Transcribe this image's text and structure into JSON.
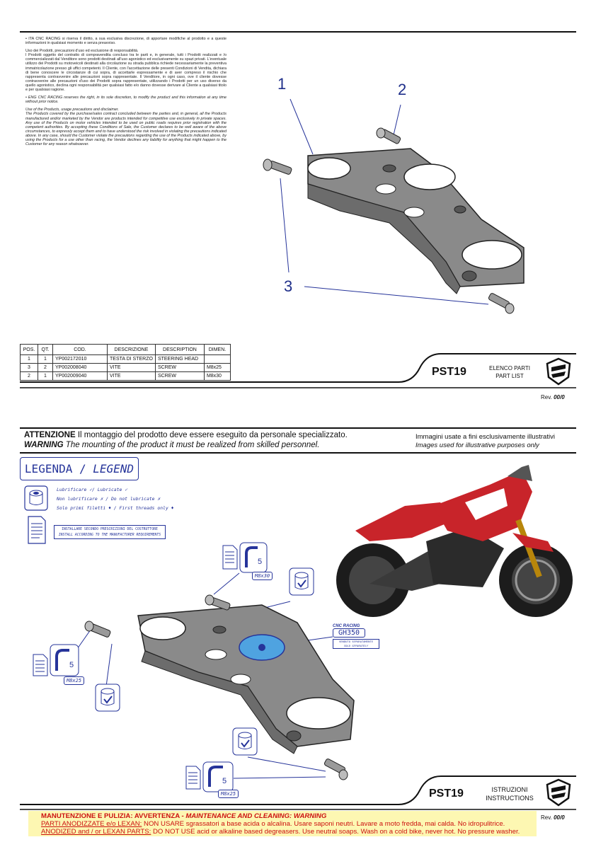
{
  "disclaimer": {
    "ita_head": "• ITA  CNC RACING si riserva il diritto, a sua esclusiva discrezione, di apportare modifiche al prodotto e a queste informazioni in qualsiasi momento e senza preavviso.",
    "ita_title": "Uso dei Prodotti, precauzioni d'uso ed esclusione di responsabilità.",
    "ita_body": "I Prodotti oggetto del contratto di compravendita concluso tra le parti e, in generale, tutti i Prodotti realizzati e /o commercializzati dal Venditore sono prodotti destinati all'uso agonistico ed esclusivamente su spazi privati. L'eventuale utilizzo dei Prodotti su motoveicoli destinati alla circolazione su strada pubblica richiede necessariamente la preventiva immatricolazione presso gli uffici competenti. Il Cliente, con l'accettazione delle presenti Condizioni di Vendita, dichiara di bene conoscere le circostanze di cui sopra, di accettarle espressamente e di aver compreso il rischio che rappresenta contravvenire alle precauzioni sopra rappresentate. Il Venditore, in ogni caso, ove il cliente dovesse contravvenire alle precauzioni d'uso dei Prodotti sopra rappresentate, utilizzando i Prodotti per un uso diverso da quello agonistico, declina ogni responsabilità per qualsiasi fatto e/o danno dovesse derivare al Cliente a qualsiasi titolo e per qualsiasi ragione.",
    "eng_head": "• ENG  CNC RACING reserves the right, in its sole discretion, to modify the product and this information at any time without prior notice.",
    "eng_title": "Use of the Products, usage precautions and disclaimer.",
    "eng_body": "The Products covered by the purchase/sales contract concluded between the parties and, in general, all the Products manufactured and/or marketed by the Vendor are products intended for competitive use exclusively in private spaces. Any use of the Products on motor vehicles intended to be used on public roads requires prior registration with the competent authorities. By accepting these Conditions of Sale, the Customer declares to be well aware of the above circumstances, to expressly accept them and to have understood the risk involved in violating the precautions indicated above. In any case, should the Customer violate the precautions regarding the use of the Products indicated above, by using the Products for a use other than racing, the Vendor declines any liability for anything that might happen to the Customer for any reason whatsoever."
  },
  "callouts": [
    "1",
    "2",
    "3"
  ],
  "parts_table": {
    "headers": [
      "POS.",
      "QT.",
      "COD.",
      "DESCRIZIONE",
      "DESCRIPTION",
      "DIMEN."
    ],
    "rows": [
      [
        "1",
        "1",
        "YP002172010",
        "TESTA DI STERZO",
        "STEERING HEAD",
        ""
      ],
      [
        "3",
        "2",
        "YP002008040",
        "VITE",
        "SCREW",
        "M8x25"
      ],
      [
        "2",
        "1",
        "YP002009040",
        "VITE",
        "SCREW",
        "M8x30"
      ]
    ]
  },
  "title_block_1": {
    "code": "PST19",
    "line1": "ELENCO PARTI",
    "line2": "PART LIST",
    "rev_label": "Rev.",
    "rev_value": "00/0"
  },
  "warning": {
    "it_bold": "ATTENZIONE",
    "it_text": " Il montaggio del prodotto deve essere eseguito da personale specializzato.",
    "en_bold": "WARNING",
    "en_text": " The mounting of the product it must be realized from skilled personnel.",
    "images_it": "Immagini usate a fini esclusivamente illustrativi",
    "images_en": "Images used for illustrative purposes only"
  },
  "legend": {
    "title_it": "LEGENDA",
    "title_en": "LEGEND",
    "line1": "Lubrificare ✓/ Lubricate ✓",
    "line2": "Non lubrificare ✗ / Do not lubricate ✗",
    "line3": "Solo primi filetti ♦ / First threads only ♦",
    "install_it": "INSTALLARE SECONDO PRESCRIZIONI DEL COSTRUTTORE",
    "install_en": "INSTALL ACCORDING TO THE MANUFACTURER REQUIREMENTS"
  },
  "assembly": {
    "torque": "5",
    "m8x30": "M8x30",
    "m8x25_a": "M8x25",
    "m8x25_b": "M8x25",
    "gh_brand": "CNC RACING",
    "gh_code": "GH350",
    "gh_note1": "VENDUTO SEPARATAMENTE",
    "gh_note2": "SOLD SEPARATELY"
  },
  "title_block_2": {
    "code": "PST19",
    "line1": "ISTRUZIONI",
    "line2": "INSTRUCTIONS",
    "rev_label": "Rev.",
    "rev_value": "00/0"
  },
  "maintenance": {
    "title_it": "MANUTENZIONE E PULIZIA: AVVERTENZA - ",
    "title_en": "MAINTENANCE AND CLEANING: WARNING",
    "it_label": "PARTI ANODIZZATE  e/o LEXAN:",
    "it_text": " NON USARE sgrassatori a base acida o alcalina. Usare saponi neutri. Lavare a moto fredda, mai calda. No idropulitrice.",
    "en_label": "ANODIZED and / or LEXAN PARTS:",
    "en_text": " DO NOT USE acid or alkaline based degreasers. Use neutral soaps. Wash on a cold bike, never hot. No pressure washer."
  },
  "colors": {
    "accent_blue": "#26349a",
    "callout_blue": "#1f2f8a",
    "maint_bg": "#fdf7b2",
    "maint_text": "#cc1010",
    "bike_red": "#c8242a",
    "hub_blue": "#4fa3e0"
  }
}
